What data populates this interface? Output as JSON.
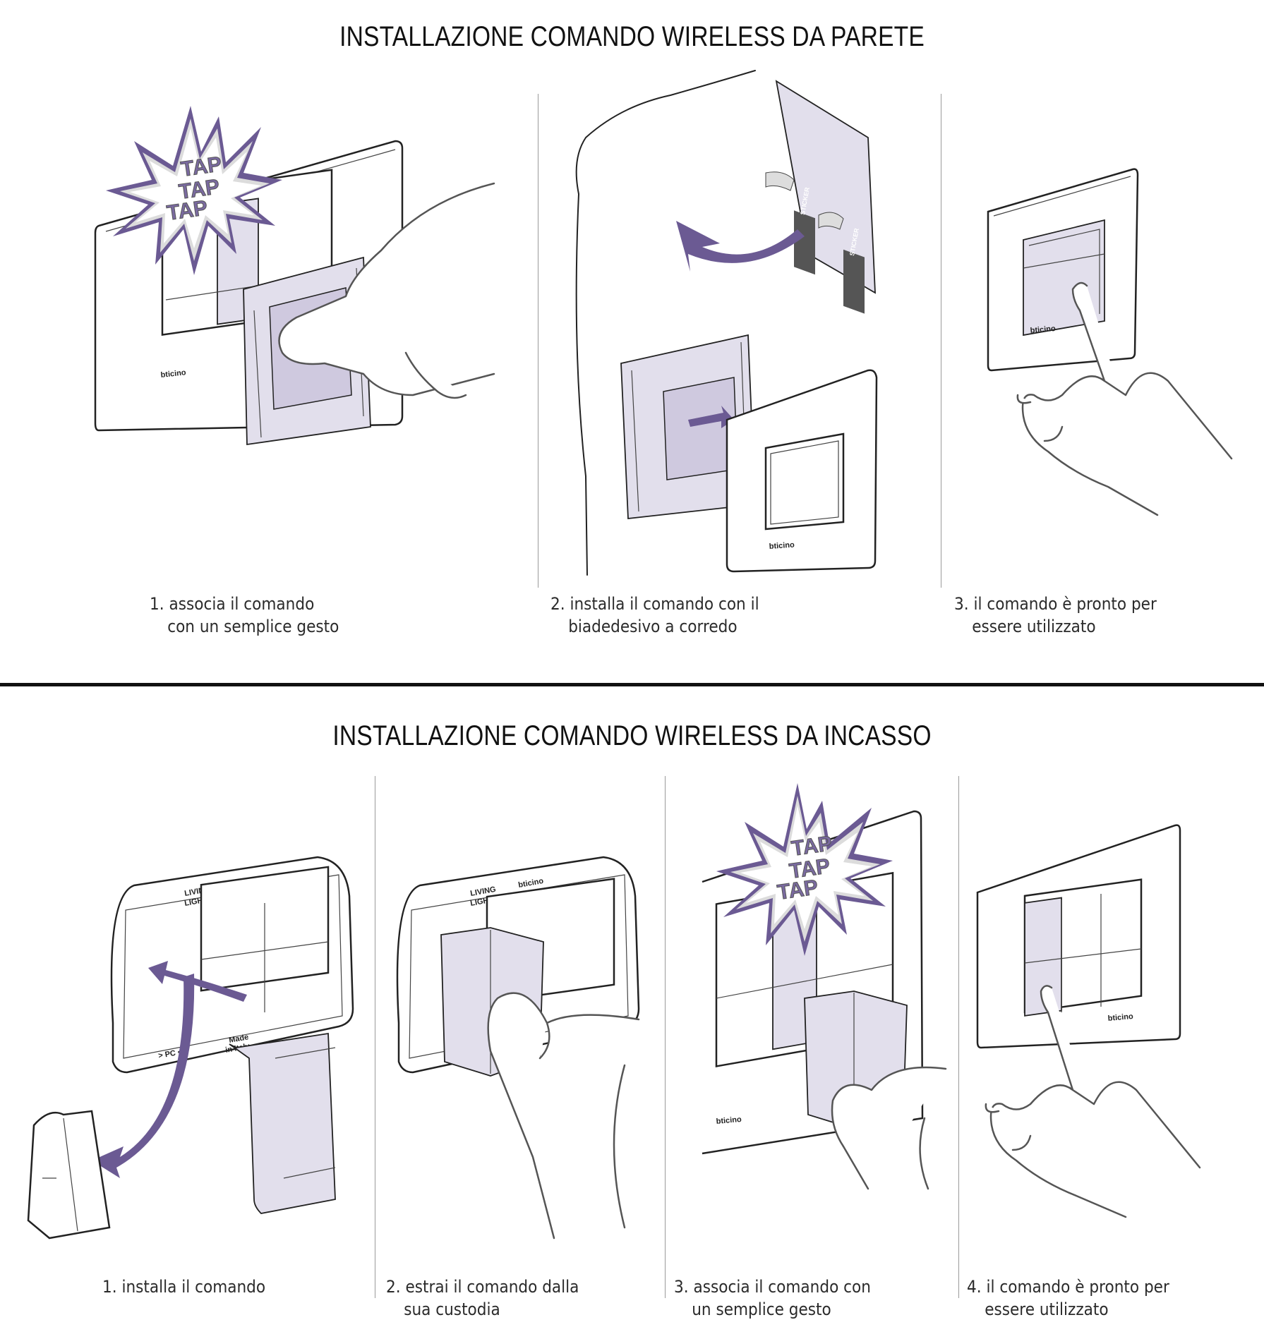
{
  "sections": [
    {
      "title": "INSTALLAZIONE COMANDO WIRELESS DA PARETE",
      "steps": [
        {
          "number": "1.",
          "line1": "associa il comando",
          "line2": "con un semplice gesto",
          "illustration": "tap-pair-plate"
        },
        {
          "number": "2.",
          "line1": "installa il comando con il",
          "line2": "biadedesivo a corredo",
          "illustration": "adhesive-wall-mount"
        },
        {
          "number": "3.",
          "line1": "il comando è pronto per",
          "line2": "essere utilizzato",
          "illustration": "finger-press-plate"
        }
      ]
    },
    {
      "title": "INSTALLAZIONE COMANDO WIRELESS DA INCASSO",
      "steps": [
        {
          "number": "1.",
          "line1": "installa il comando",
          "line2": "",
          "illustration": "insert-module"
        },
        {
          "number": "2.",
          "line1": "estrai il comando dalla",
          "line2": "sua custodia",
          "illustration": "extract-module"
        },
        {
          "number": "3.",
          "line1": "associa il comando con",
          "line2": "un semplice gesto",
          "illustration": "tap-pair-module"
        },
        {
          "number": "4.",
          "line1": "il comando è pronto per",
          "line2": "essere utilizzato",
          "illustration": "finger-press-module"
        }
      ]
    }
  ],
  "labels": {
    "tap": "TAP",
    "brand": "bticino",
    "sticker": "STICKER",
    "living_light_1": "LIVING",
    "living_light_2": "LIGHT",
    "pc_mark": "> PC <",
    "made_in_1": "Made",
    "made_in_2": "in Italy"
  },
  "colors": {
    "accent_purple": "#6b5a93",
    "module_lavender": "#e2dfec",
    "text": "#1a1a1a"
  }
}
